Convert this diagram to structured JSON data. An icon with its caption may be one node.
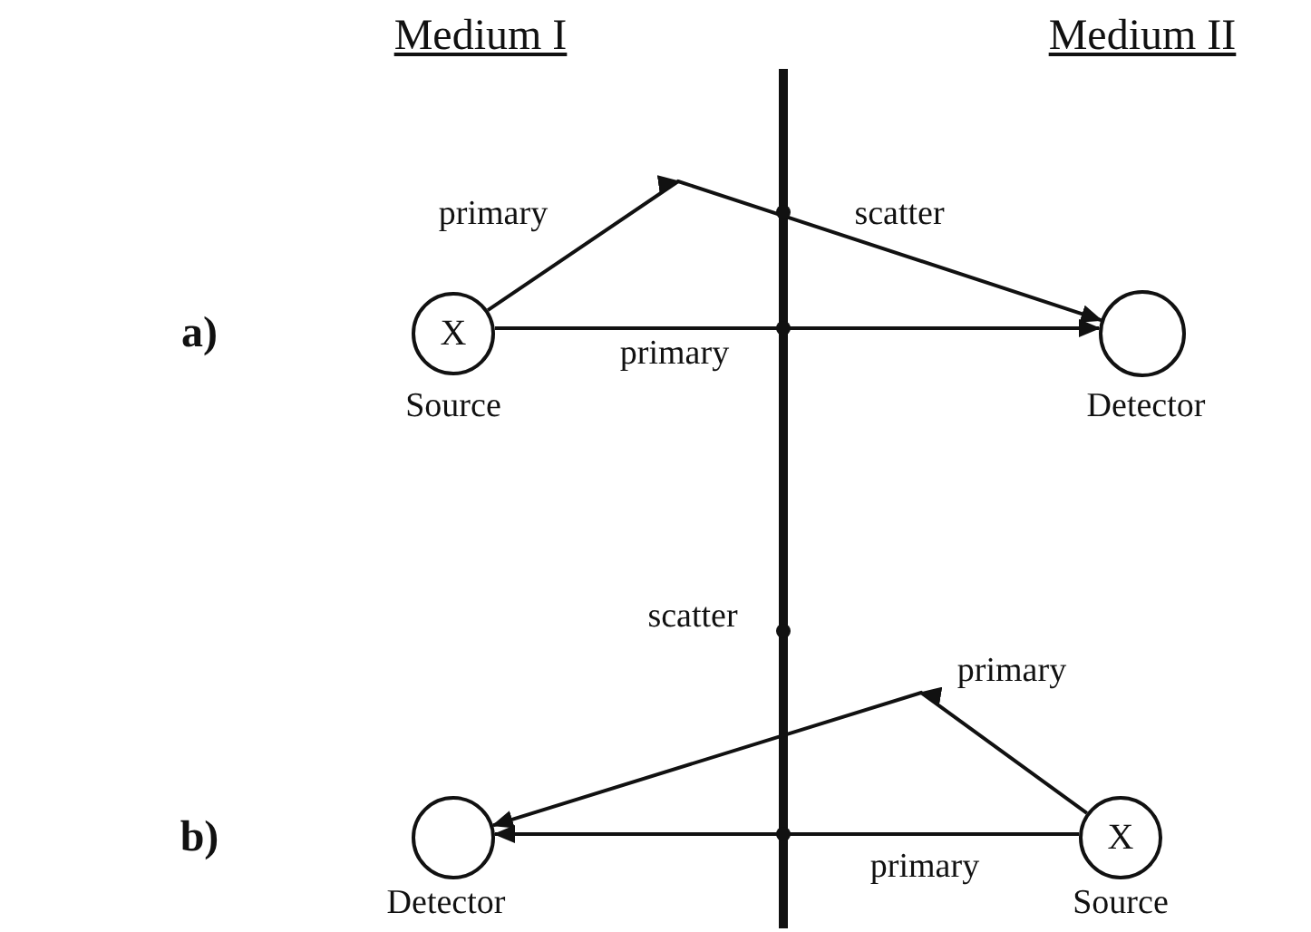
{
  "diagram": {
    "nodes": [
      {
        "text": [
          "X"
        ],
        "beside": [
          "Source"
        ]
      },
      {
        "text": [],
        "shape": "circle",
        "beside": [
          "Detector"
        ]
      },
      {
        "text": [],
        "shape": "circle",
        "beside": [
          "Detector"
        ]
      },
      {
        "text": [
          "X"
        ],
        "beside": [
          "Source"
        ]
      }
    ],
    "edges": [
      {
        "from": 0,
        "to": 1,
        "arrow": "to"
      },
      {
        "from": 0,
        "to": 1,
        "arrow": "to",
        "label": "primary"
      },
      {
        "from": 3,
        "to": 2,
        "arrow": "to"
      },
      {
        "from": 3,
        "to": 2,
        "arrow": "to",
        "label": "primary"
      }
    ],
    "labels": [
      "Medium I",
      "Medium II",
      "primary",
      "scatter",
      "a)",
      "scatter",
      "primary",
      "b)"
    ]
  }
}
